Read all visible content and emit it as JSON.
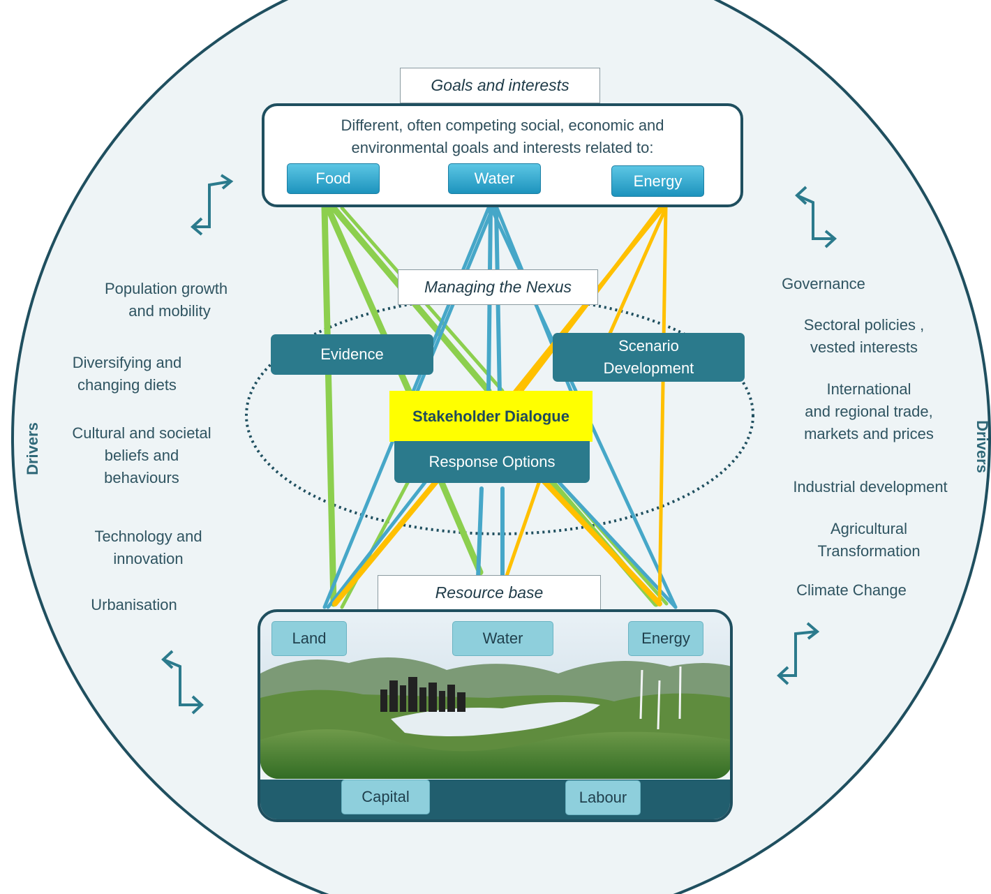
{
  "colors": {
    "circle_fill": "#eef4f6",
    "circle_stroke": "#1f4f5f",
    "food_green": "#8ccf4e",
    "water_blue": "#46a7c8",
    "energy_yellow": "#ffc000",
    "teal": "#2b7a8c",
    "dialogue_yellow": "#ffff00"
  },
  "goals": {
    "tag": "Goals and interests",
    "text_line1": "Different, often competing social, economic and",
    "text_line2": "environmental goals and interests  related to:",
    "categories": [
      "Food",
      "Water",
      "Energy"
    ]
  },
  "nexus": {
    "tag": "Managing the Nexus",
    "evidence": "Evidence",
    "scenario_line1": "Scenario",
    "scenario_line2": "Development",
    "dialogue": "Stakeholder Dialogue",
    "response": "Response Options"
  },
  "drivers": {
    "side_label": "Drivers",
    "left": [
      [
        "Population growth",
        "and mobility"
      ],
      [
        "Diversifying and",
        "changing diets"
      ],
      [
        "Cultural and societal",
        "beliefs and",
        "behaviours"
      ],
      [
        "Technology and",
        "innovation"
      ],
      [
        "Urbanisation"
      ]
    ],
    "right": [
      [
        "Governance"
      ],
      [
        "Sectoral policies ,",
        "vested interests"
      ],
      [
        "International",
        "and regional trade,",
        "markets and prices"
      ],
      [
        "Industrial development"
      ],
      [
        "Agricultural",
        "Transformation"
      ],
      [
        "Climate Change"
      ]
    ]
  },
  "resource": {
    "tag": "Resource base",
    "items": [
      "Land",
      "Water",
      "Energy"
    ],
    "footer": [
      "Capital",
      "Labour"
    ]
  },
  "icons": [
    "cycle-arrow-icon"
  ]
}
